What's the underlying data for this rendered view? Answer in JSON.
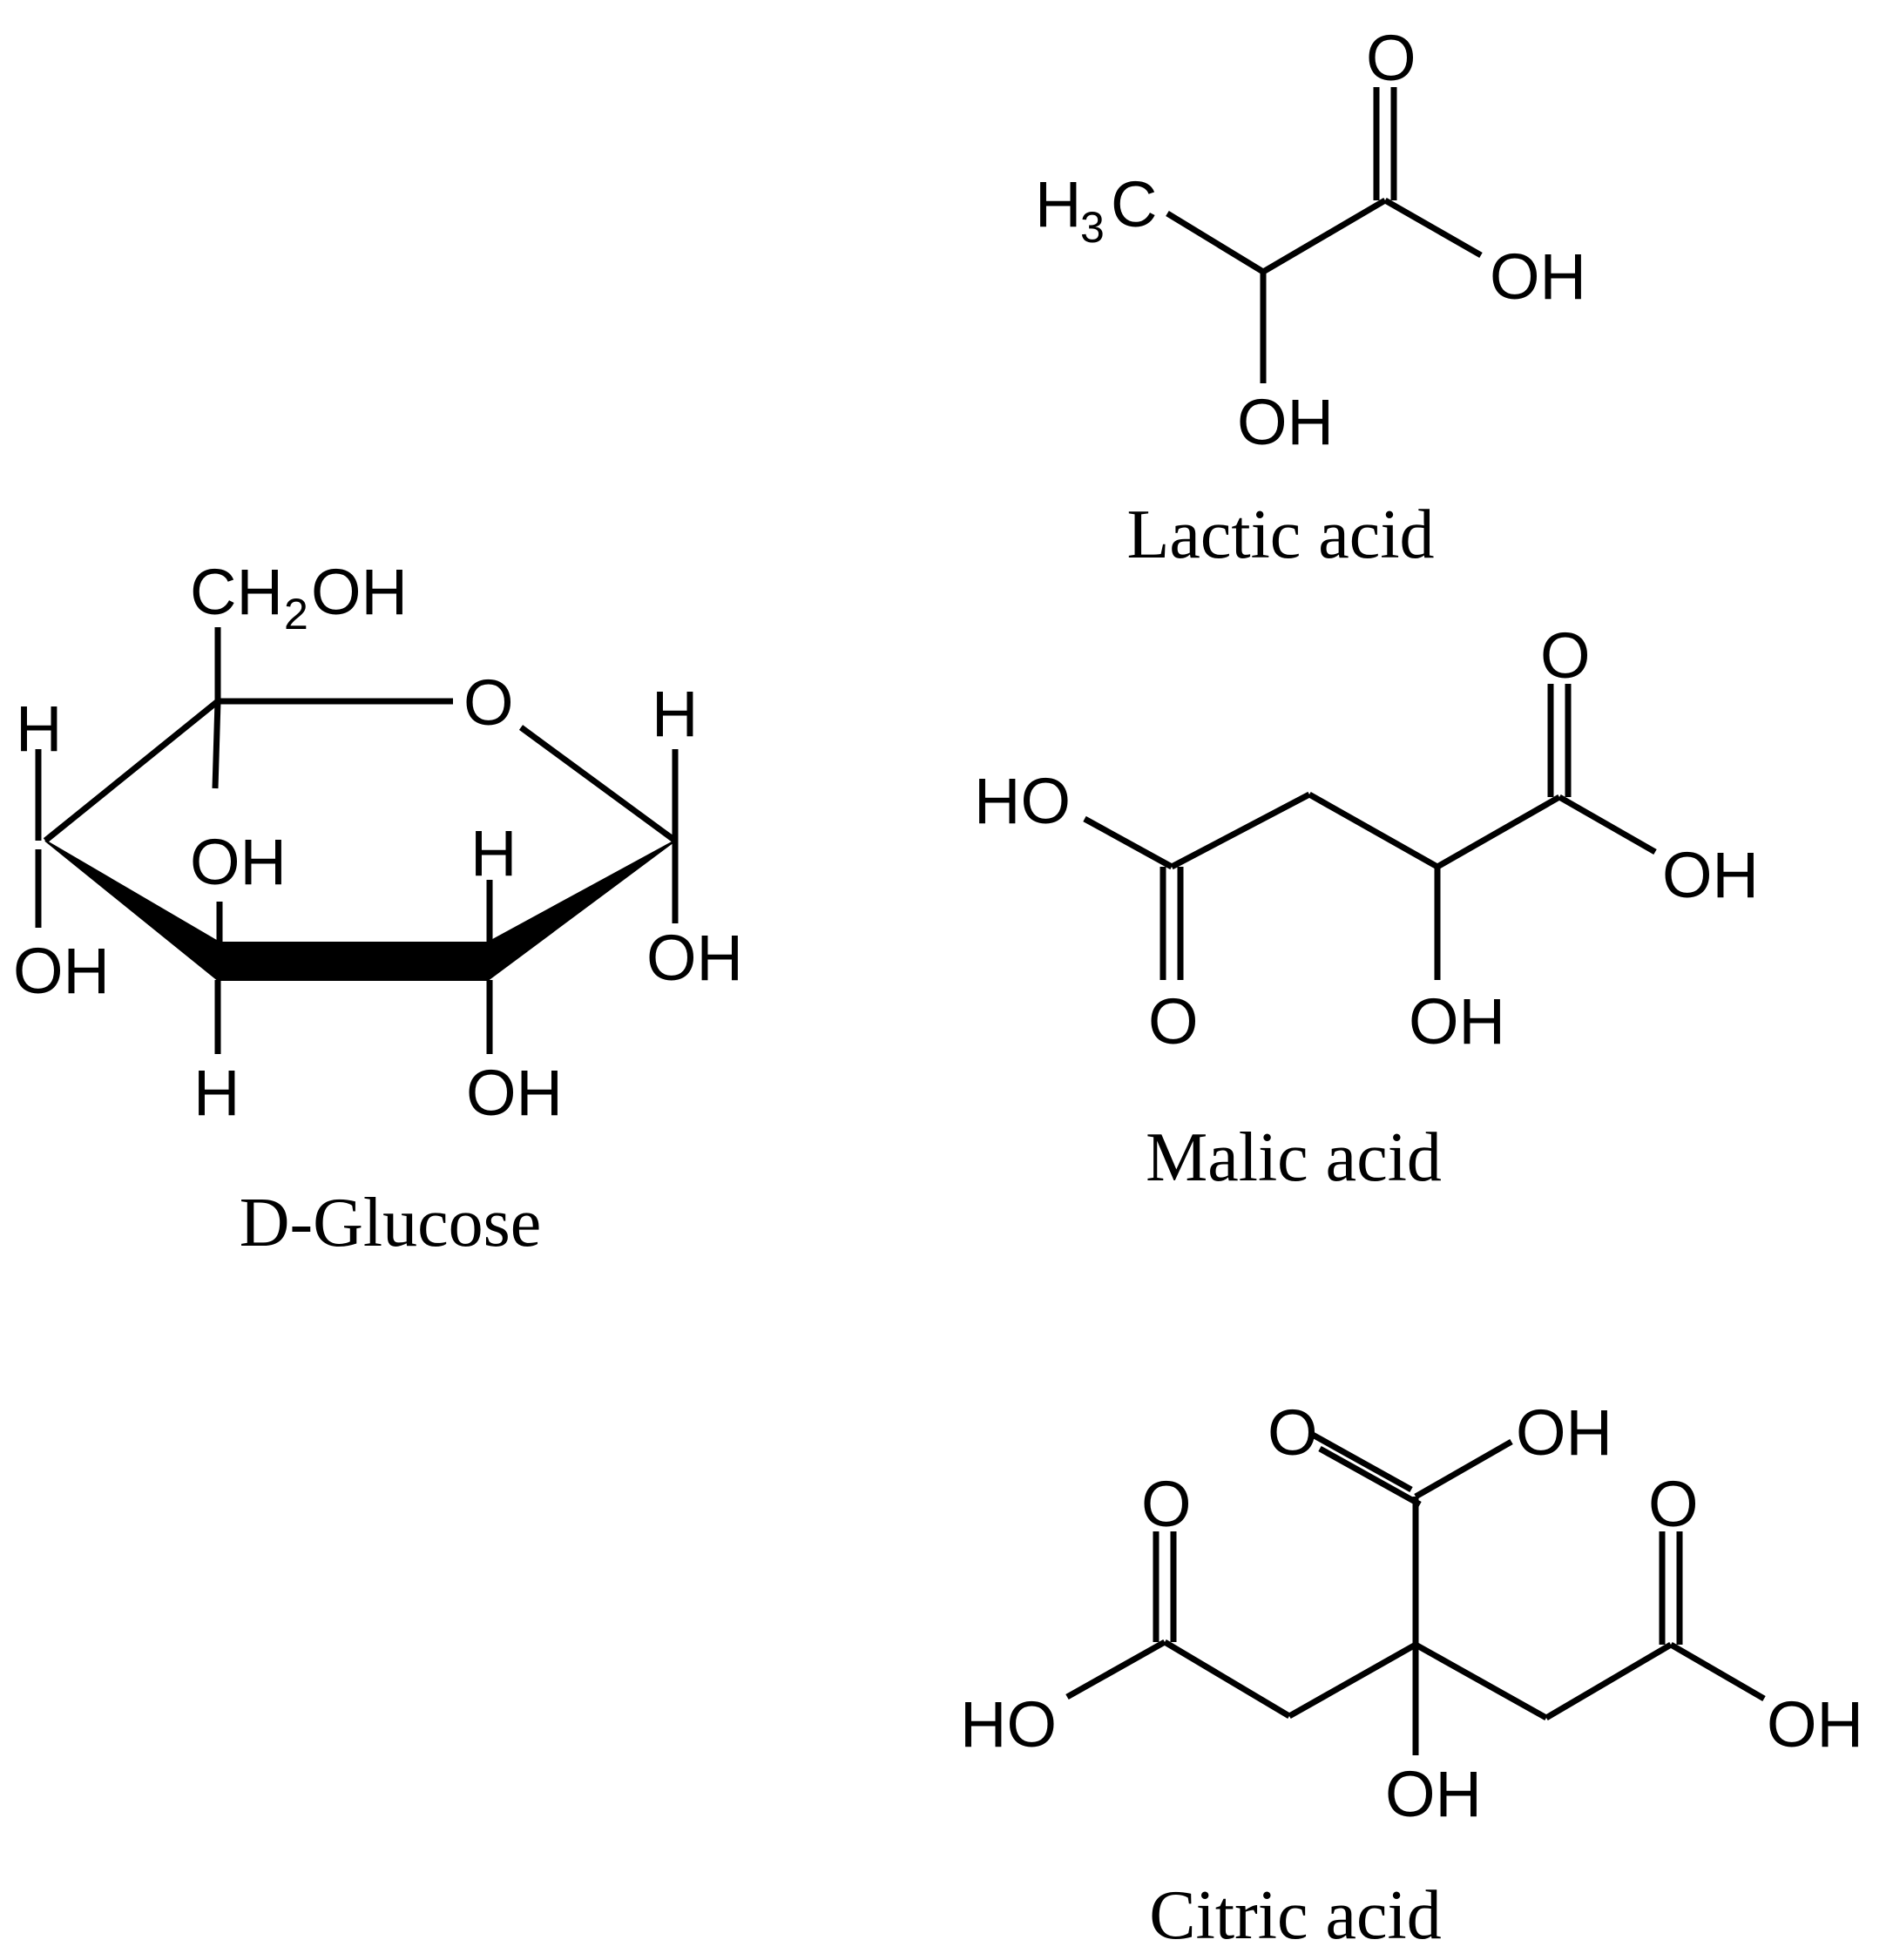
{
  "molecules": {
    "lactic": {
      "caption": "Lactic acid",
      "labels": {
        "h3c_h": "H",
        "h3c_3": "3",
        "h3c_c": "C",
        "o_carbonyl": "O",
        "oh_acid": "OH",
        "oh_alpha": "OH"
      }
    },
    "glucose": {
      "caption": "D-Glucose",
      "labels": {
        "ch2oh_ch": "CH",
        "ch2oh_2": "2",
        "ch2oh_oh": "OH",
        "ring_o": "O",
        "h_c5": "H",
        "oh_c4": "OH",
        "oh_c3_up": "OH",
        "h_c2_up": "H",
        "h_c1": "H",
        "oh_c1": "OH",
        "h_c3_down": "H",
        "oh_c2_down": "OH"
      }
    },
    "malic": {
      "caption": "Malic acid",
      "labels": {
        "ho_left": "HO",
        "o_left": "O",
        "o_right": "O",
        "oh_right": "OH",
        "oh_mid": "OH"
      }
    },
    "citric": {
      "caption": "Citric acid",
      "labels": {
        "o_top": "O",
        "oh_top": "OH",
        "o_left": "O",
        "ho_left": "HO",
        "o_right": "O",
        "oh_right": "OH",
        "oh_center": "OH"
      }
    }
  }
}
